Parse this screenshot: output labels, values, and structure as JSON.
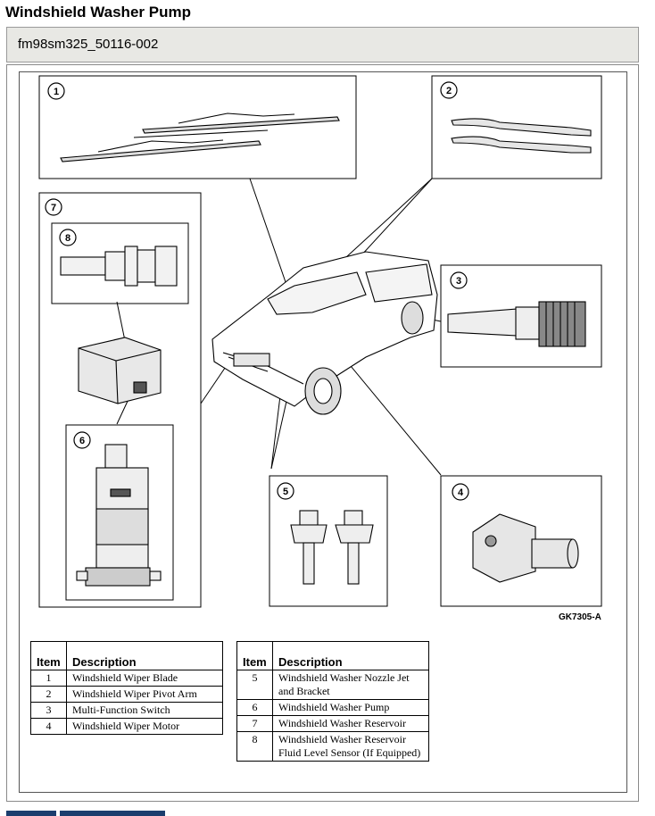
{
  "page": {
    "title": "Windshield Washer Pump",
    "figure_id": "fm98sm325_50116-002"
  },
  "figure": {
    "code": "GK7305-A",
    "callouts": [
      "1",
      "2",
      "3",
      "4",
      "5",
      "6",
      "7",
      "8"
    ]
  },
  "legend_left": {
    "headers": {
      "item": "Item",
      "description": "Description"
    },
    "rows": [
      {
        "item": "1",
        "description": "Windshield Wiper Blade"
      },
      {
        "item": "2",
        "description": "Windshield Wiper Pivot Arm"
      },
      {
        "item": "3",
        "description": "Multi-Function Switch"
      },
      {
        "item": "4",
        "description": "Windshield Wiper Motor"
      }
    ]
  },
  "legend_right": {
    "headers": {
      "item": "Item",
      "description": "Description"
    },
    "rows": [
      {
        "item": "5",
        "description": "Windshield Washer Nozzle Jet and Bracket"
      },
      {
        "item": "6",
        "description": "Windshield Washer Pump"
      },
      {
        "item": "7",
        "description": "Windshield Washer Reservoir"
      },
      {
        "item": "8",
        "description": "Windshield Washer Reservoir Fluid Level Sensor (If Equipped)"
      }
    ]
  }
}
